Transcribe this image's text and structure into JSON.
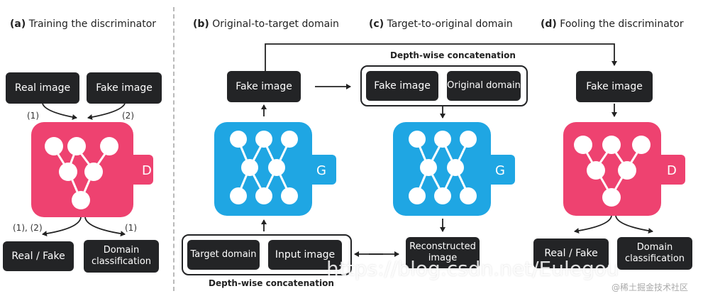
{
  "panels": {
    "a": {
      "tag": "(a)",
      "title": "Training the discriminator"
    },
    "b": {
      "tag": "(b)",
      "title": "Original-to-target domain"
    },
    "c": {
      "tag": "(c)",
      "title": "Target-to-original domain"
    },
    "d": {
      "tag": "(d)",
      "title": "Fooling the discriminator"
    }
  },
  "boxes": {
    "a_real": "Real image",
    "a_fake": "Fake image",
    "a_realfake": "Real / Fake",
    "a_domain": "Domain classification",
    "b_fake": "Fake image",
    "b_target": "Target domain",
    "b_input": "Input image",
    "c_fake": "Fake image",
    "c_original": "Original domain",
    "c_recon": "Reconstructed image",
    "d_fake": "Fake image",
    "d_realfake": "Real / Fake",
    "d_domain": "Domain classification"
  },
  "concat_top": "Depth-wise concatenation",
  "concat_bottom": "Depth-wise concatenation",
  "labels": {
    "a1": "(1)",
    "a2": "(2)",
    "a12": "(1), (2)",
    "a1b": "(1)",
    "d_net": "D",
    "g_net": "G"
  },
  "colors": {
    "discriminator": "#ee4270",
    "generator": "#1fa6e3",
    "box": "#232426"
  },
  "watermark": {
    "url": "https://blog.csdn.net/Eulegou",
    "site": "@稀土掘金技术社区"
  }
}
